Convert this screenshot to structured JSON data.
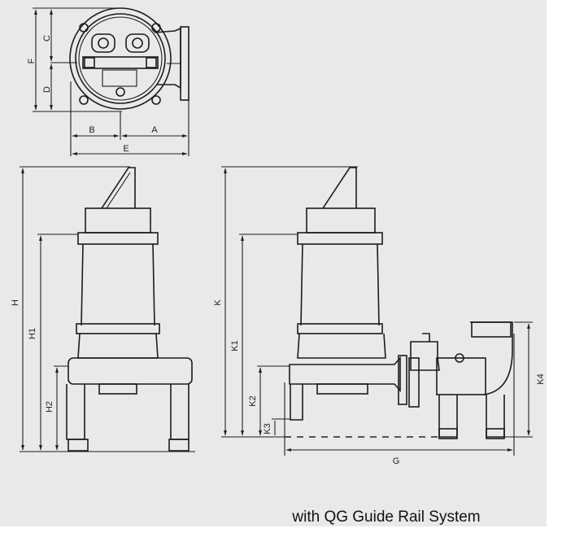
{
  "top_view": {
    "labels": {
      "C": "C",
      "F": "F",
      "D": "D",
      "B": "B",
      "A": "A",
      "E": "E"
    }
  },
  "front_view": {
    "labels": {
      "H": "H",
      "H1": "H1",
      "H2": "H2"
    }
  },
  "side_view": {
    "labels": {
      "K": "K",
      "K1": "K1",
      "K2": "K2",
      "K3": "K3",
      "K4": "K4",
      "G": "G"
    }
  },
  "caption": "with QG Guide Rail System",
  "colors": {
    "background": "#e9e9e9",
    "line": "#1c1c1c"
  }
}
